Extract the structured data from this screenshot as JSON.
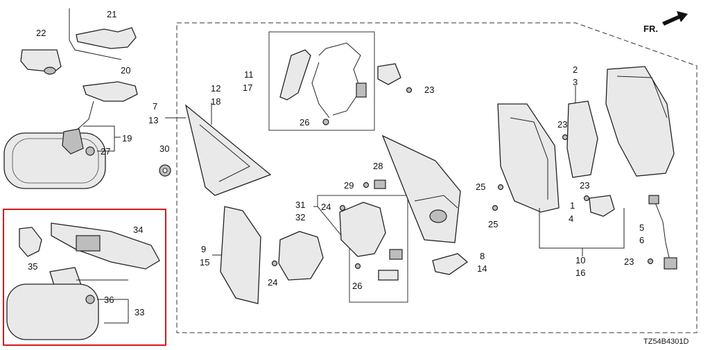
{
  "diagram": {
    "direction_label": "FR.",
    "code": "TZ54B4301D",
    "highlight_color": "#d7191c",
    "callouts": [
      {
        "id": "c21",
        "text": "21"
      },
      {
        "id": "c22",
        "text": "22"
      },
      {
        "id": "c20",
        "text": "20"
      },
      {
        "id": "c19",
        "text": "19"
      },
      {
        "id": "c27",
        "text": "27"
      },
      {
        "id": "c30",
        "text": "30"
      },
      {
        "id": "c7",
        "text": "7"
      },
      {
        "id": "c13",
        "text": "13"
      },
      {
        "id": "c12",
        "text": "12"
      },
      {
        "id": "c18",
        "text": "18"
      },
      {
        "id": "c11",
        "text": "11"
      },
      {
        "id": "c17",
        "text": "17"
      },
      {
        "id": "c23a",
        "text": "23"
      },
      {
        "id": "c26a",
        "text": "26"
      },
      {
        "id": "c28",
        "text": "28"
      },
      {
        "id": "c29",
        "text": "29"
      },
      {
        "id": "c31",
        "text": "31"
      },
      {
        "id": "c32",
        "text": "32"
      },
      {
        "id": "c24a",
        "text": "24"
      },
      {
        "id": "c9",
        "text": "9"
      },
      {
        "id": "c15",
        "text": "15"
      },
      {
        "id": "c24b",
        "text": "24"
      },
      {
        "id": "c26b",
        "text": "26"
      },
      {
        "id": "c8",
        "text": "8"
      },
      {
        "id": "c14",
        "text": "14"
      },
      {
        "id": "c2",
        "text": "2"
      },
      {
        "id": "c3",
        "text": "3"
      },
      {
        "id": "c23b",
        "text": "23"
      },
      {
        "id": "c25a",
        "text": "25"
      },
      {
        "id": "c25b",
        "text": "25"
      },
      {
        "id": "c23c",
        "text": "23"
      },
      {
        "id": "c1",
        "text": "1"
      },
      {
        "id": "c4",
        "text": "4"
      },
      {
        "id": "c10",
        "text": "10"
      },
      {
        "id": "c16",
        "text": "16"
      },
      {
        "id": "c5",
        "text": "5"
      },
      {
        "id": "c6",
        "text": "6"
      },
      {
        "id": "c23d",
        "text": "23"
      },
      {
        "id": "c34",
        "text": "34"
      },
      {
        "id": "c35",
        "text": "35"
      },
      {
        "id": "c36",
        "text": "36"
      },
      {
        "id": "c33",
        "text": "33"
      }
    ]
  }
}
